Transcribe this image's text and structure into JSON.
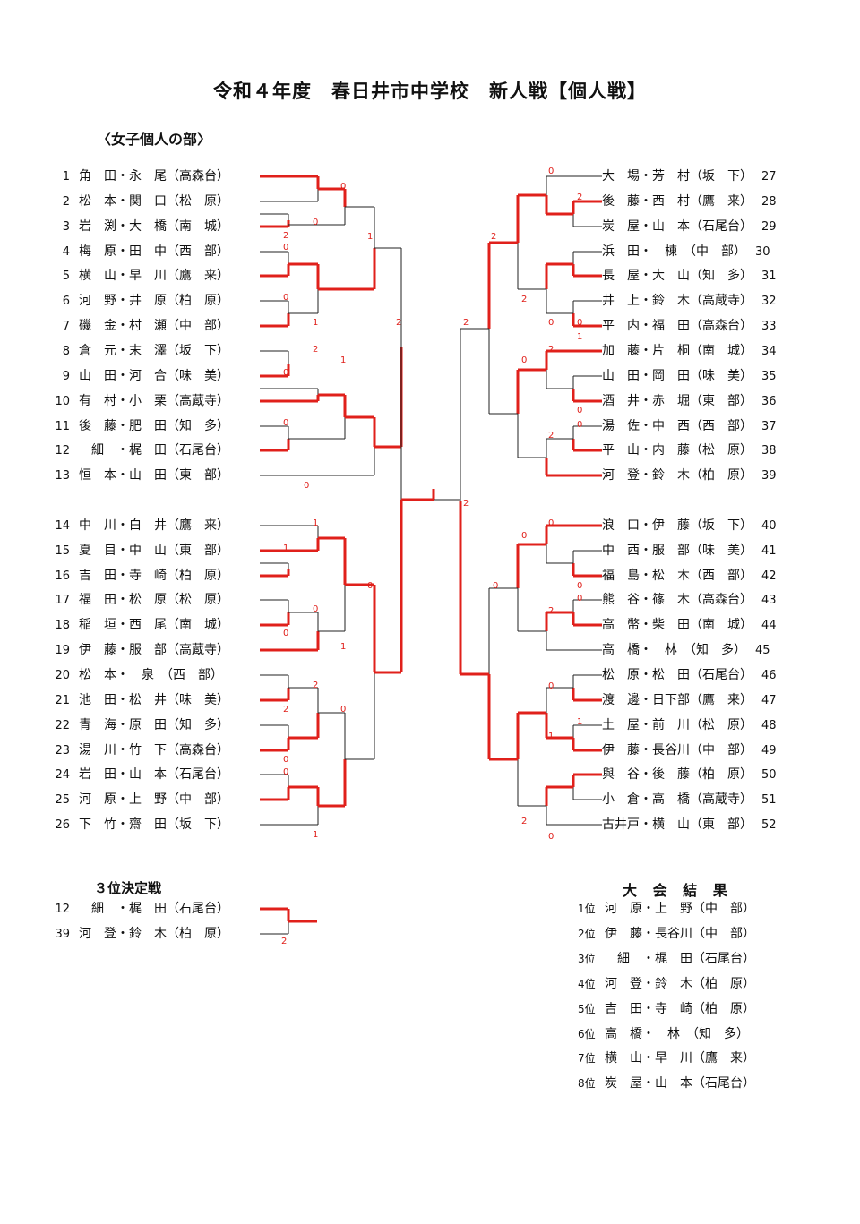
{
  "title": "令和４年度　春日井市中学校　新人戦【個人戦】",
  "section": "〈女子個人の部〉",
  "accent_color": "#e0201b",
  "left_entries": [
    {
      "no": "1",
      "name": "角　田・永　尾（高森台）"
    },
    {
      "no": "2",
      "name": "松　本・関　口（松　原）"
    },
    {
      "no": "3",
      "name": "岩　渕・大　橋（南　城）"
    },
    {
      "no": "4",
      "name": "梅　原・田　中（西　部）"
    },
    {
      "no": "5",
      "name": "横　山・早　川（鷹　来）"
    },
    {
      "no": "6",
      "name": "河　野・井　原（柏　原）"
    },
    {
      "no": "7",
      "name": "磯　金・村　瀬（中　部）"
    },
    {
      "no": "8",
      "name": "倉　元・末　澤（坂　下）"
    },
    {
      "no": "9",
      "name": "山　田・河　合（味　美）"
    },
    {
      "no": "10",
      "name": "有　村・小　栗（高蔵寺）"
    },
    {
      "no": "11",
      "name": "後　藤・肥　田（知　多）"
    },
    {
      "no": "12",
      "name": "　細　・梶　田（石尾台）"
    },
    {
      "no": "13",
      "name": "恒　本・山　田（東　部）"
    },
    {
      "no": "14",
      "name": "中　川・白　井（鷹　来）"
    },
    {
      "no": "15",
      "name": "夏　目・中　山（東　部）"
    },
    {
      "no": "16",
      "name": "吉　田・寺　崎（柏　原）"
    },
    {
      "no": "17",
      "name": "福　田・松　原（松　原）"
    },
    {
      "no": "18",
      "name": "稲　垣・西　尾（南　城）"
    },
    {
      "no": "19",
      "name": "伊　藤・服　部（高蔵寺）"
    },
    {
      "no": "20",
      "name": "松　本・　泉　（西　部）"
    },
    {
      "no": "21",
      "name": "池　田・松　井（味　美）"
    },
    {
      "no": "22",
      "name": "青　海・原　田（知　多）"
    },
    {
      "no": "23",
      "name": "湯　川・竹　下（高森台）"
    },
    {
      "no": "24",
      "name": "岩　田・山　本（石尾台）"
    },
    {
      "no": "25",
      "name": "河　原・上　野（中　部）"
    },
    {
      "no": "26",
      "name": "下　竹・齋　田（坂　下）"
    }
  ],
  "right_entries": [
    {
      "no": "27",
      "name": "大　場・芳　村（坂　下）"
    },
    {
      "no": "28",
      "name": "後　藤・西　村（鷹　来）"
    },
    {
      "no": "29",
      "name": "炭　屋・山　本（石尾台）"
    },
    {
      "no": "30",
      "name": "浜　田・　棟　（中　部）"
    },
    {
      "no": "31",
      "name": "長　屋・大　山（知　多）"
    },
    {
      "no": "32",
      "name": "井　上・鈴　木（高蔵寺）"
    },
    {
      "no": "33",
      "name": "平　内・福　田（高森台）"
    },
    {
      "no": "34",
      "name": "加　藤・片　桐（南　城）"
    },
    {
      "no": "35",
      "name": "山　田・岡　田（味　美）"
    },
    {
      "no": "36",
      "name": "酒　井・赤　堀（東　部）"
    },
    {
      "no": "37",
      "name": "湯　佐・中　西（西　部）"
    },
    {
      "no": "38",
      "name": "平　山・内　藤（松　原）"
    },
    {
      "no": "39",
      "name": "河　登・鈴　木（柏　原）"
    },
    {
      "no": "40",
      "name": "浪　口・伊　藤（坂　下）"
    },
    {
      "no": "41",
      "name": "中　西・服　部（味　美）"
    },
    {
      "no": "42",
      "name": "福　島・松　木（西　部）"
    },
    {
      "no": "43",
      "name": "熊　谷・篠　木（高森台）"
    },
    {
      "no": "44",
      "name": "高　幣・柴　田（南　城）"
    },
    {
      "no": "45",
      "name": "高　橋・　林　（知　多）"
    },
    {
      "no": "46",
      "name": "松　原・松　田（石尾台）"
    },
    {
      "no": "47",
      "name": "渡　邊・日下部（鷹　来）"
    },
    {
      "no": "48",
      "name": "土　屋・前　川（松　原）"
    },
    {
      "no": "49",
      "name": "伊　藤・長谷川（中　部）"
    },
    {
      "no": "50",
      "name": "與　谷・後　藤（柏　原）"
    },
    {
      "no": "51",
      "name": "小　倉・高　橋（高蔵寺）"
    },
    {
      "no": "52",
      "name": "古井戸・横　山（東　部）"
    }
  ],
  "scores": [
    "0",
    "0",
    "2",
    "1",
    "0",
    "0",
    "1",
    "2",
    "2",
    "1",
    "0",
    "0",
    "0",
    "1",
    "1",
    "0",
    "0",
    "0",
    "1",
    "2",
    "2",
    "0",
    "0",
    "0",
    "1",
    "0",
    "2",
    "2",
    "2",
    "0",
    "0",
    "1",
    "2",
    "2",
    "0",
    "0",
    "0",
    "2",
    "2",
    "0",
    "0",
    "0",
    "0",
    "0",
    "2",
    "0",
    "1",
    "1",
    "2",
    "0",
    "0",
    "0",
    "2",
    "0",
    "0",
    "1",
    "0",
    "0",
    "2",
    "2",
    "0",
    "0",
    "0",
    "1",
    "0",
    "0",
    "0",
    "0",
    "0",
    "2"
  ],
  "third_place": {
    "title": "３位決定戦",
    "entries": [
      {
        "no": "12",
        "name": "　細　・梶　田（石尾台）"
      },
      {
        "no": "39",
        "name": "河　登・鈴　木（柏　原）"
      }
    ],
    "score": "2"
  },
  "results": {
    "title": "大 会 結 果",
    "items": [
      {
        "rank": "1位",
        "name": "河　原・上　野（中　部）"
      },
      {
        "rank": "2位",
        "name": "伊　藤・長谷川（中　部）"
      },
      {
        "rank": "3位",
        "name": "　細　・梶　田（石尾台）"
      },
      {
        "rank": "4位",
        "name": "河　登・鈴　木（柏　原）"
      },
      {
        "rank": "5位",
        "name": "吉　田・寺　崎（柏　原）"
      },
      {
        "rank": "6位",
        "name": "高　橋・　林　（知　多）"
      },
      {
        "rank": "7位",
        "name": "横　山・早　川（鷹　来）"
      },
      {
        "rank": "8位",
        "name": "炭　屋・山　本（石尾台）"
      }
    ]
  }
}
